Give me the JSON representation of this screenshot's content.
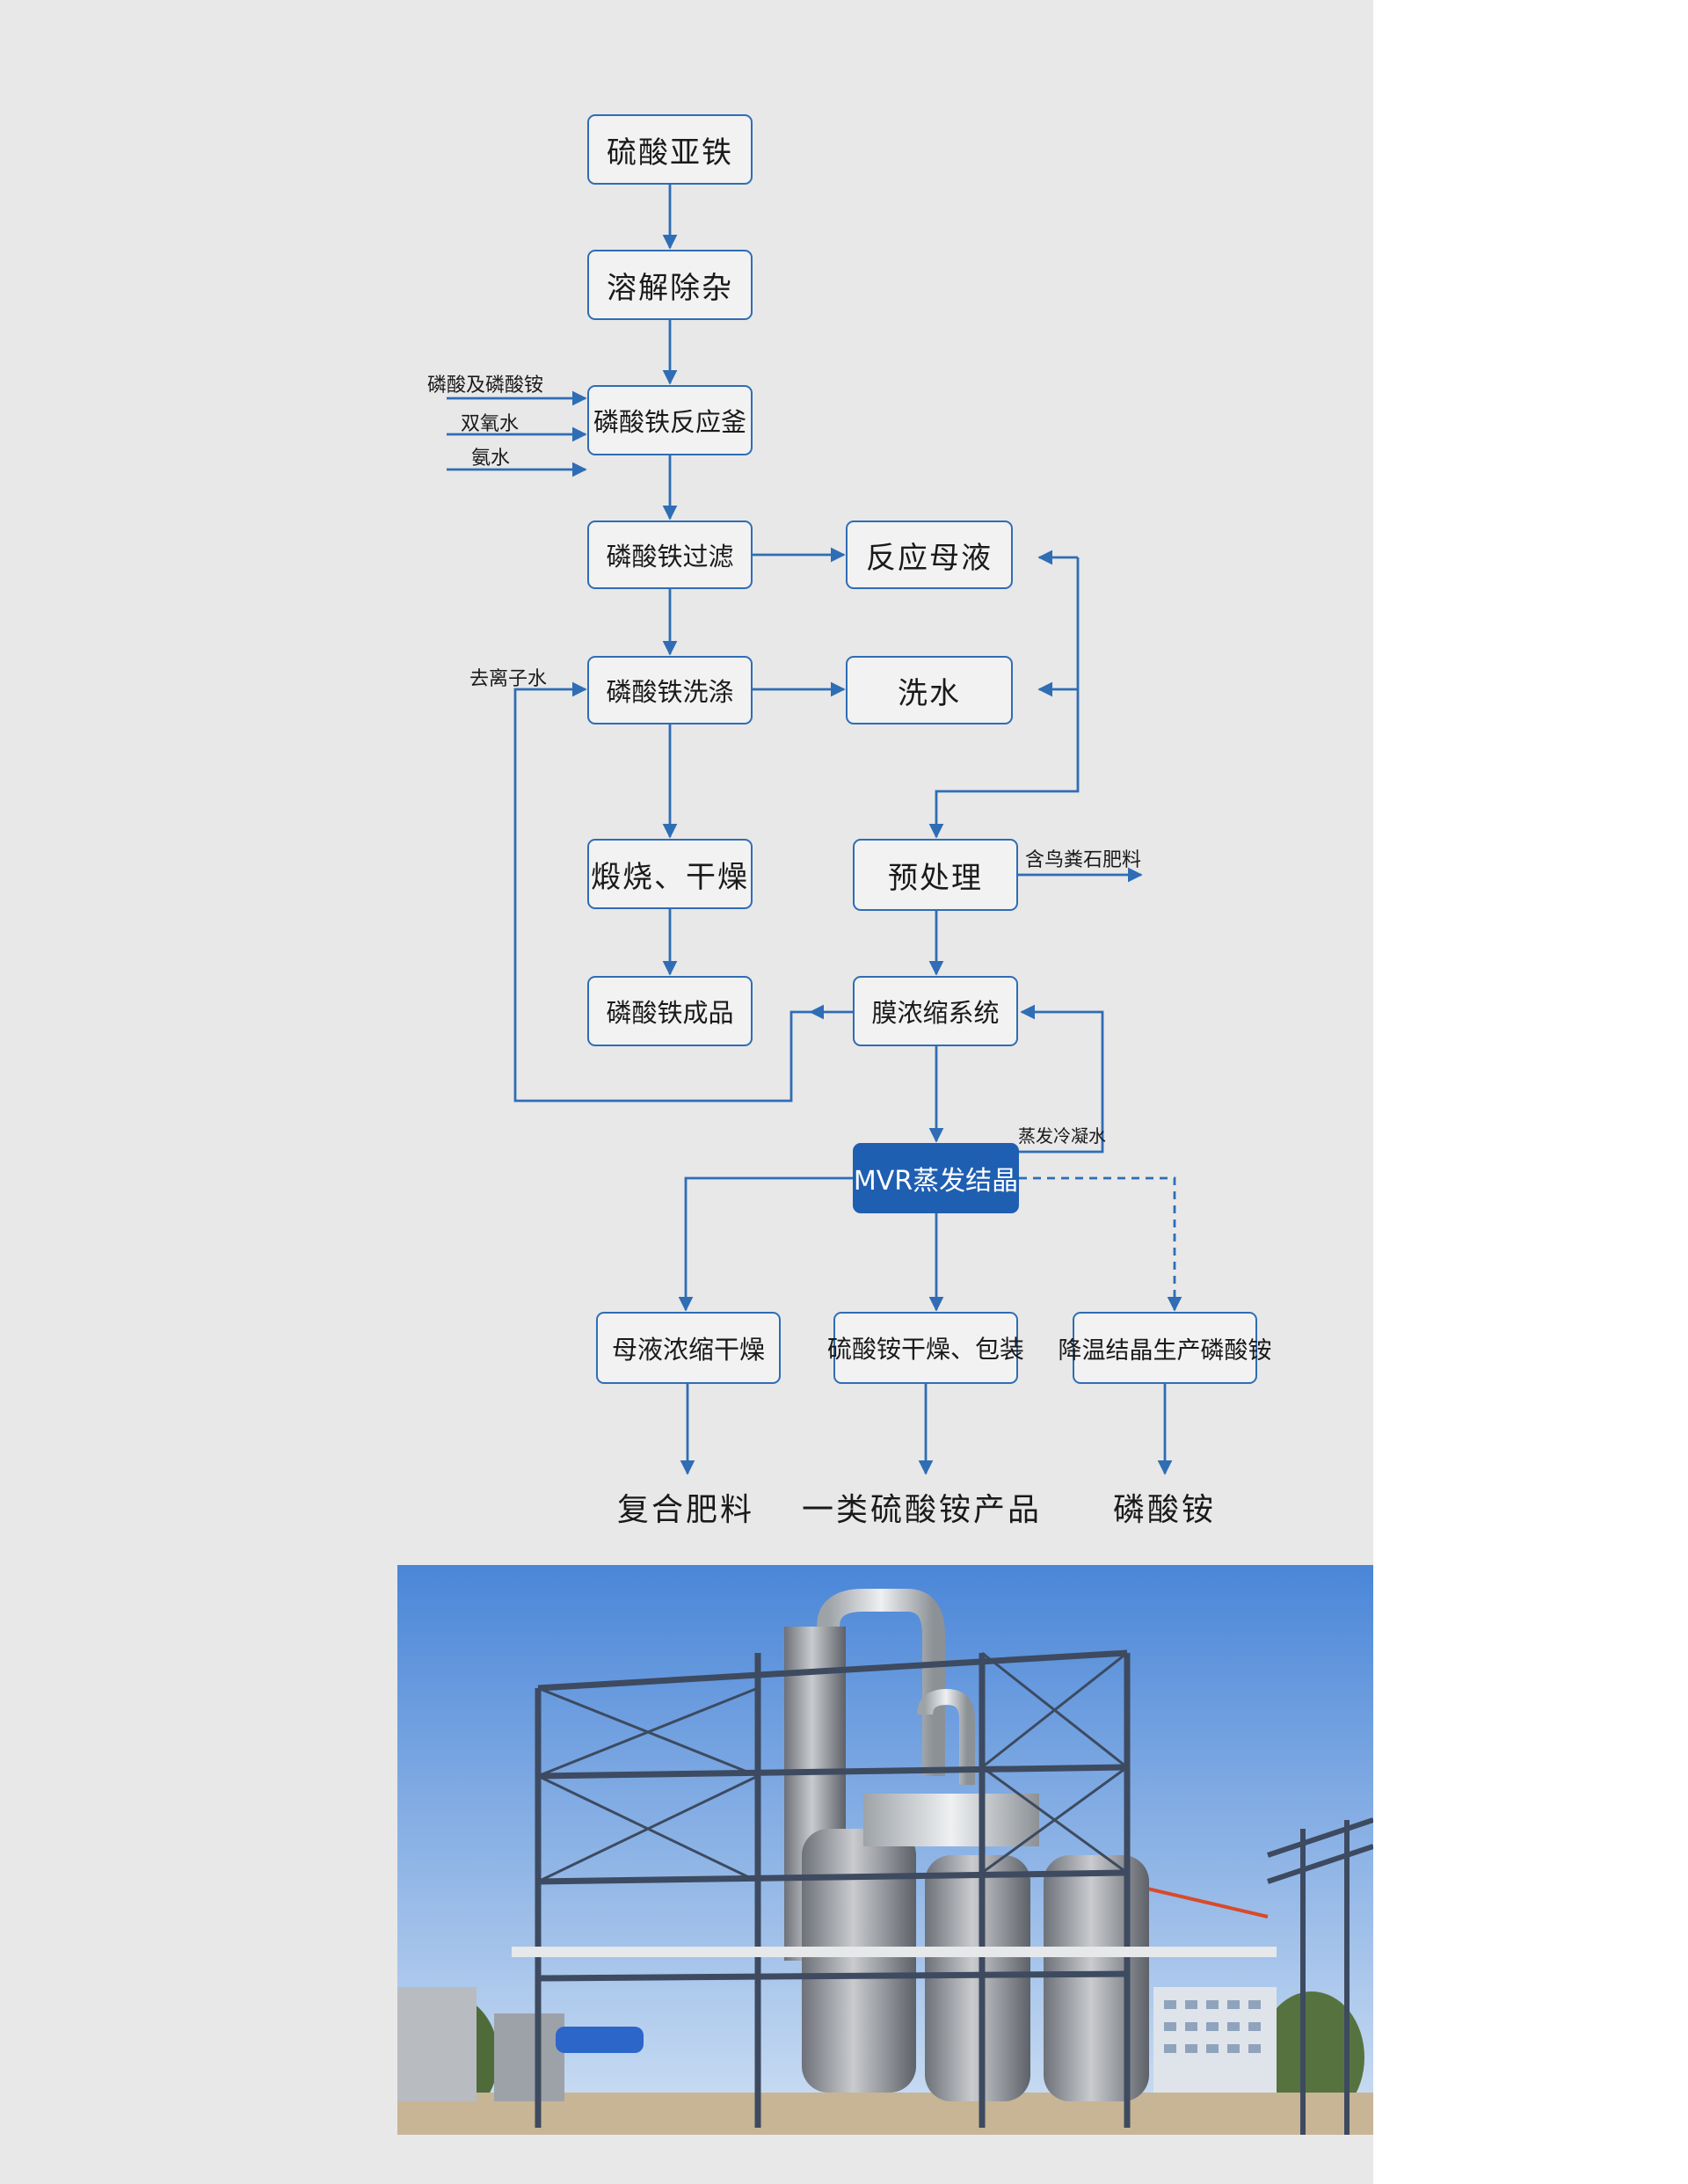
{
  "boxes": {
    "ferrous_sulfate": "硫酸亚铁",
    "dissolve": "溶解除杂",
    "reactor": "磷酸铁反应釜",
    "filter": "磷酸铁过滤",
    "mother_liquor": "反应母液",
    "wash": "磷酸铁洗涤",
    "wash_water": "洗水",
    "calcine": "煅烧、干燥",
    "pretreat": "预处理",
    "product": "磷酸铁成品",
    "membrane": "膜浓缩系统",
    "mvr": "MVR蒸发结晶",
    "mother_dry": "母液浓缩干燥",
    "ammonium_sulfate_dry": "硫酸铵干燥、包装",
    "cool_crystal": "降温结晶生产磷酸铵"
  },
  "labels": {
    "phosphoric_inputs": "磷酸及磷酸铵",
    "hydrogen_peroxide": "双氧水",
    "ammonia_water": "氨水",
    "deionized_water": "去离子水",
    "struvite_fertilizer": "含鸟粪石肥料",
    "condensate": "蒸发冷凝水"
  },
  "outputs": {
    "compound_fertilizer": "复合肥料",
    "ammonium_sulfate_product": "一类硫酸铵产品",
    "ammonium_phosphate": "磷酸铵"
  },
  "colors": {
    "line": "#2f6db5",
    "highlight": "#1f5fb2",
    "panel": "#e8e8e8"
  }
}
